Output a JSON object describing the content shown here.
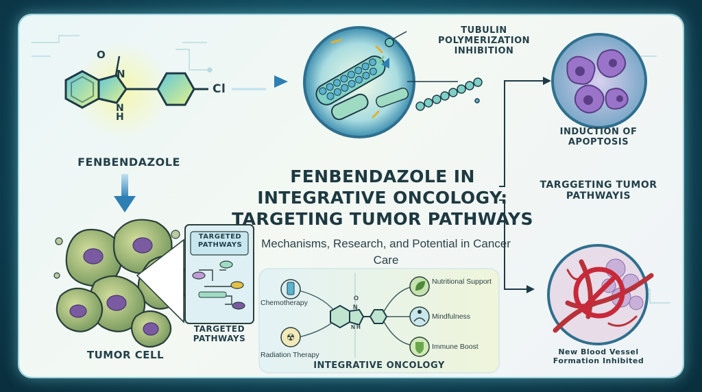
{
  "compound": {
    "name": "FENBENDAZOLE",
    "atom_o": "O",
    "atom_n": "N",
    "atom_nh": "N\nH",
    "atom_cl": "Cl"
  },
  "tubulin": {
    "label": "TUBULIN POLYMERIZATION INHIBITION"
  },
  "apoptosis": {
    "label": "INDUCTION OF APOPTOSIS"
  },
  "targeting": {
    "label": "TARGGETING TUMOR PATHWAYIS"
  },
  "vessel": {
    "label": "New Blood Vessel Formation Inhibited"
  },
  "main": {
    "title": "FENBENDAZOLE IN INTEGRATIVE ONCOLOGY: TARGETING TUMOR PATHWAYS",
    "subtitle": "Mechanisms, Research, and Potential in Cancer Care"
  },
  "tumor": {
    "label": "TUMOR CELL"
  },
  "pathways_card": {
    "header": "TARGETED PATHWAYS",
    "caption": "TARGETED PATHWAYS"
  },
  "integrative": {
    "label": "INTEGRATIVE ONCOLOGY",
    "left": [
      "Chemotherapy",
      "Radiation Therapy"
    ],
    "right": [
      "Nutritional Support",
      "Mindfulness",
      "Immune Boost"
    ],
    "mini_o": "O",
    "mini_n": "N",
    "mini_nh": "N H"
  },
  "colors": {
    "accent_blue": "#3a86b6",
    "frame": "#0f4a5c",
    "cell_green": "#9fb86a",
    "nucleus": "#7a5aa0",
    "vessel_red": "#b8323a"
  }
}
